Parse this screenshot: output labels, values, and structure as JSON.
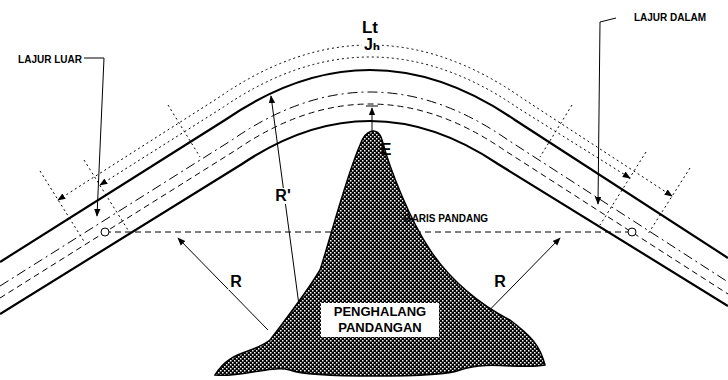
{
  "diagram": {
    "nodes": [
      {
        "text": [
          "PENGHALANG PANDANGAN"
        ]
      }
    ],
    "labels": [
      "Lt",
      "Jₕ",
      "LAJUR LUAR",
      "LAJUR DALAM",
      "R",
      "R'",
      "E",
      "GARIS PANDANG",
      "R"
    ]
  }
}
